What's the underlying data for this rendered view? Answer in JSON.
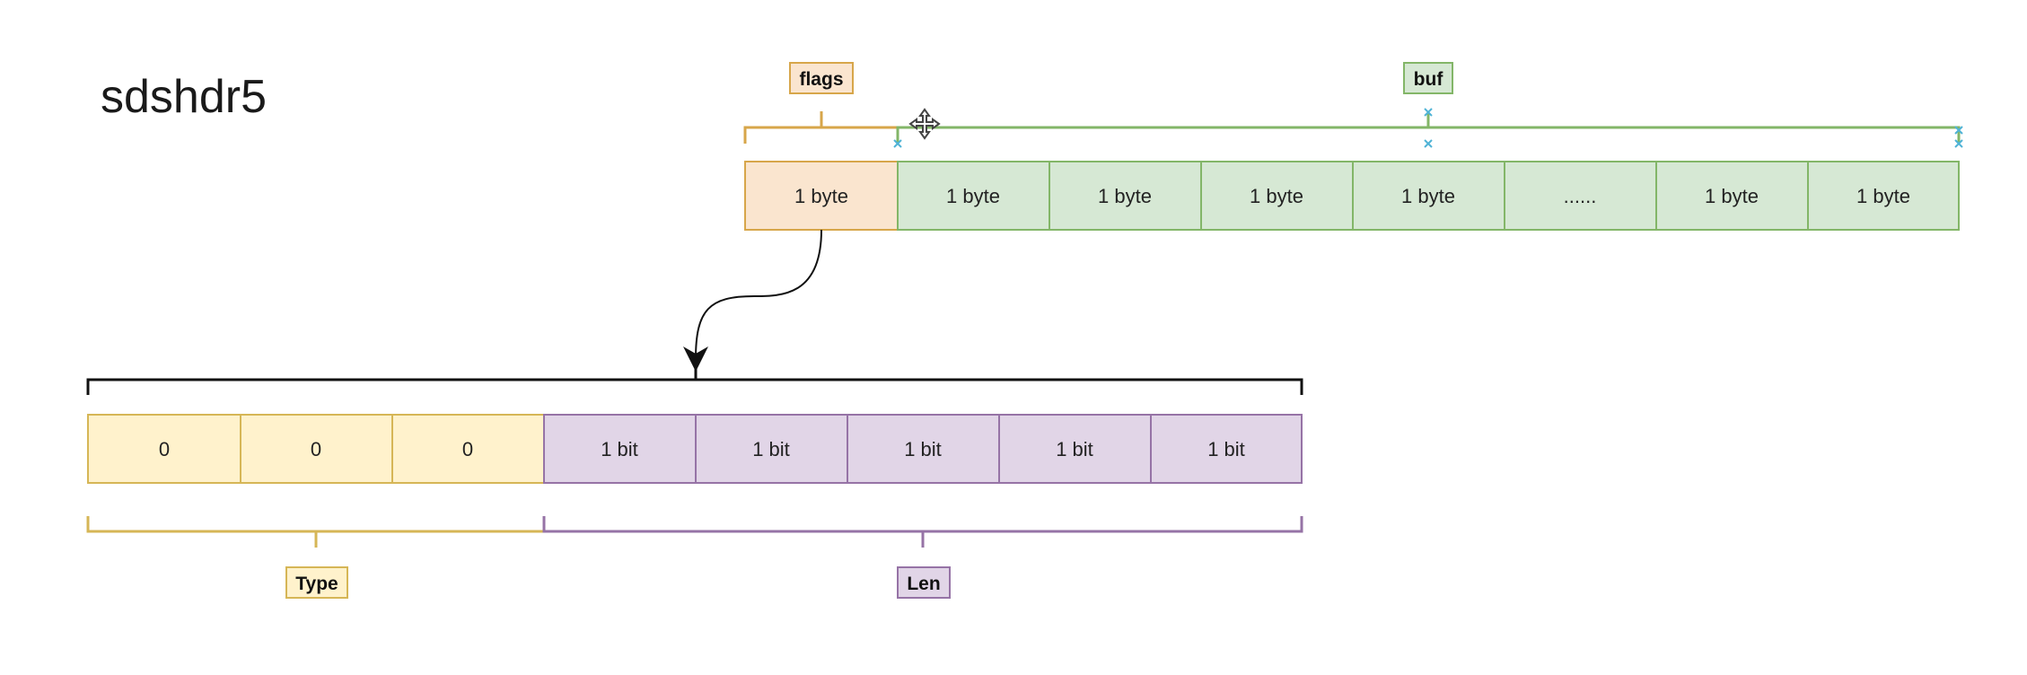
{
  "title": "sdshdr5",
  "header": {
    "flags": {
      "label": "flags",
      "cell": "1 byte"
    },
    "buf": {
      "label": "buf",
      "cells": [
        "1 byte",
        "1 byte",
        "1 byte",
        "1 byte",
        "......",
        "1 byte",
        "1 byte"
      ]
    }
  },
  "flags_bits": {
    "type": {
      "label": "Type",
      "cells": [
        "0",
        "0",
        "0"
      ]
    },
    "len": {
      "label": "Len",
      "cells": [
        "1 bit",
        "1 bit",
        "1 bit",
        "1 bit",
        "1 bit"
      ]
    }
  },
  "colors": {
    "flags_fill": "#fae5cf",
    "flags_stroke": "#d7a64a",
    "buf_fill": "#d6e8d4",
    "buf_stroke": "#83b668",
    "type_fill": "#fff2cc",
    "type_stroke": "#d6b656",
    "len_fill": "#e1d5e7",
    "len_stroke": "#9673a6",
    "bracket_black": "#111111",
    "handle_blue": "#4fb3d6"
  }
}
